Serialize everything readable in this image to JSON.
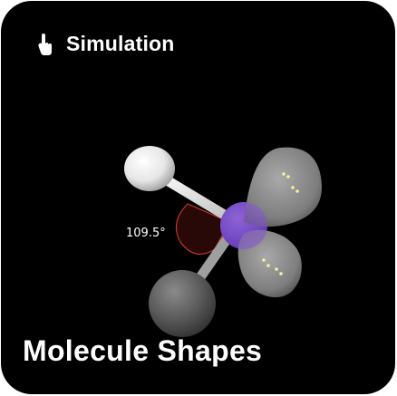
{
  "card": {
    "badge_label": "Simulation",
    "badge_icon": "hand-pointer-icon",
    "title": "Molecule Shapes",
    "bond_angle_label": "109.5°"
  },
  "colors": {
    "background": "#000000",
    "central_atom": "#7b4fc9",
    "bonded_atom_white": "#f2f2f2",
    "bonded_atom_gray": "#5c5c5c",
    "lone_pair": "#9a9a9a",
    "angle_arc": "#c0392b"
  }
}
